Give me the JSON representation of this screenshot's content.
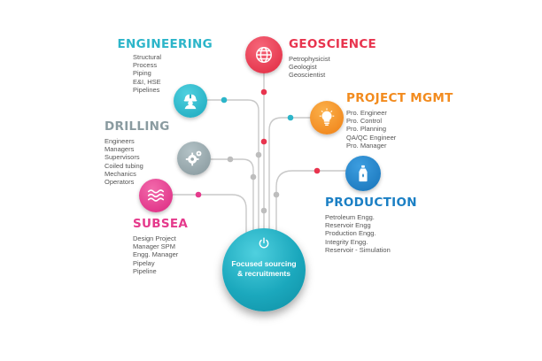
{
  "hub": {
    "line1": "Focused sourcing",
    "line2": "& recruitments",
    "icon": "power-icon"
  },
  "categories": [
    {
      "key": "engineering",
      "title": "ENGINEERING",
      "color": "#2cb5c9",
      "icon": "engineer-helmet-icon",
      "items": [
        "Structural",
        "Process",
        "Piping",
        "E&I, HSE",
        "Pipelines"
      ]
    },
    {
      "key": "geoscience",
      "title": "GEOSCIENCE",
      "color": "#e8344e",
      "icon": "globe-icon",
      "items": [
        "Petrophysicist",
        "Geologist",
        "Geoscientist"
      ]
    },
    {
      "key": "project_mgmt",
      "title": "PROJECT MGMT",
      "color": "#f28b1e",
      "icon": "lightbulb-icon",
      "items": [
        "Pro. Engineer",
        "Pro. Control",
        "Pro. Planning",
        "QA/QC Engineer",
        "Pro. Manager"
      ]
    },
    {
      "key": "drilling",
      "title": "DRILLING",
      "color": "#8a9ba0",
      "icon": "gear-icon",
      "items": [
        "Engineers",
        "Managers",
        "Supervisors",
        "Coiled tubing",
        "Mechanics",
        "Operators"
      ]
    },
    {
      "key": "production",
      "title": "PRODUCTION",
      "color": "#1a7fc4",
      "icon": "oil-bottle-icon",
      "items": [
        "Petroleum Engg.",
        "Reservoir Engg",
        "Production Engg.",
        "Integrity Engg.",
        "Reservoir - Simulation"
      ]
    },
    {
      "key": "subsea",
      "title": "SUBSEA",
      "color": "#e53a8c",
      "icon": "waves-icon",
      "items": [
        "Design Project",
        "Manager SPM",
        "Engg. Manager",
        "Pipelay",
        "Pipeline"
      ]
    }
  ]
}
